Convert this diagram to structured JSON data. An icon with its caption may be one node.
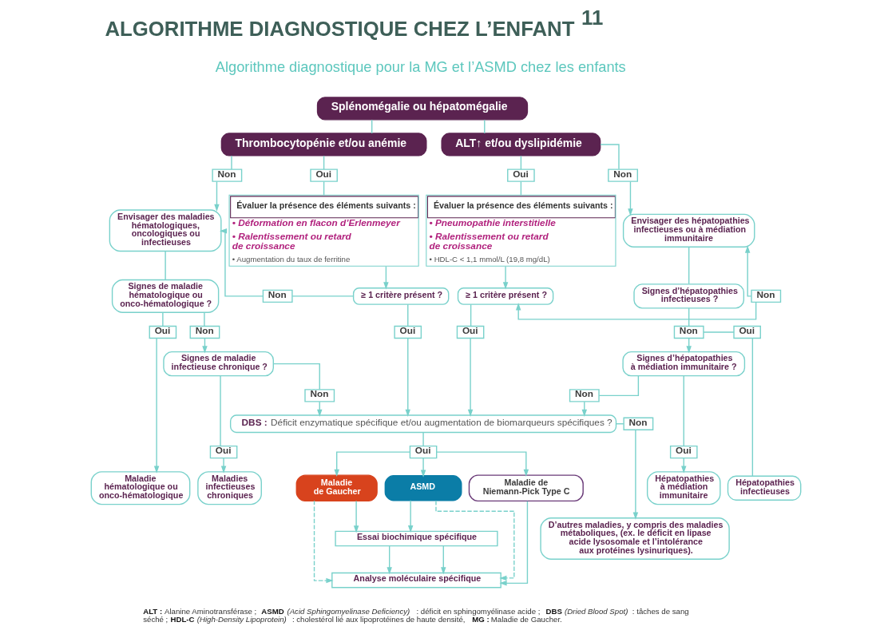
{
  "diagram": {
    "title": "ALGORITHME DIAGNOSTIQUE CHEZ L’ENFANT $^{11}$",
    "nodes": [
      {
        "text": [
          "Splénomégalie ou hépatomégalie"
        ]
      },
      {
        "text": [
          "Thrombocytopénie et/ou anémie"
        ]
      },
      {
        "text": [
          "ALT↑ et/ou dyslipidémie"
        ]
      },
      {
        "text": [
          "Non"
        ]
      },
      {
        "text": [
          "Oui"
        ]
      },
      {
        "text": [
          "Oui"
        ]
      },
      {
        "text": [
          "Non"
        ]
      },
      {
        "text": [
          "Envisager des maladies hématologiques, oncologiques ou infectieuses"
        ]
      },
      {
        "text": [
          "Évaluer la présence des éléments suivants :",
          "• Déformation en flacon d’Erlenmeyer",
          "• Ralentissement ou retard de croissance",
          "• Augmentation du taux de ferritine"
        ]
      },
      {
        "text": [
          "Évaluer la présence des éléments suivants :",
          "• Pneumopathie interstitielle",
          "• Ralentissement ou retard de croissance",
          "• HDL-C < 1,1 mmol/L (19,8 mg/dL)"
        ]
      },
      {
        "text": [
          "Envisager des hépatopathies infectieuses ou à médiation immunitaire"
        ]
      },
      {
        "text": [
          "Signes de maladie hématologique ou onco-hématologique ?"
        ]
      },
      {
        "text": [
          "Signes d’hépatopathies infectieuses ?"
        ]
      },
      {
        "text": [
          "Non"
        ]
      },
      {
        "text": [
          "≥ 1 critère présent ?"
        ]
      },
      {
        "text": [
          "≥ 1 critère présent ?"
        ]
      },
      {
        "text": [
          "Non"
        ]
      },
      {
        "text": [
          "Non"
        ]
      },
      {
        "text": [
          "Oui"
        ]
      },
      {
        "text": [
          "Oui"
        ]
      },
      {
        "text": [
          "Non"
        ]
      },
      {
        "text": [
          "Oui"
        ]
      },
      {
        "text": [
          "Oui"
        ]
      },
      {
        "text": [
          "Signes de maladie infectieuse chronique ?"
        ]
      },
      {
        "text": [
          "Non"
        ]
      },
      {
        "text": [
          "Non"
        ]
      },
      {
        "text": [
          "Signes d’hépatopathies à médiation immunitaire ?"
        ]
      },
      {
        "text": [
          "**DBS :** Déficit enzymatique spécifique et/ou augmentation de biomarqueurs spécifiques ?"
        ]
      },
      {
        "text": [
          "Non"
        ]
      },
      {
        "text": [
          "Oui"
        ]
      },
      {
        "text": [
          "Oui"
        ]
      },
      {
        "text": [
          "Oui"
        ]
      },
      {
        "text": [
          "Maladie hématologique ou onco-hématologique"
        ]
      },
      {
        "text": [
          "Maladies infectieuses chroniques"
        ]
      },
      {
        "text": [
          "Maladie de Gaucher"
        ]
      },
      {
        "text": [
          "ASMD"
        ]
      },
      {
        "text": [
          "Maladie de Niemann-Pick Type C"
        ]
      },
      {
        "text": [
          "Hépatopathies à médiation immunitaire"
        ]
      },
      {
        "text": [
          "Hépatopathies infectieuses"
        ]
      },
      {
        "text": [
          "Essai biochimique spécifique"
        ]
      },
      {
        "text": [
          "D’autres maladies, y compris des maladies métaboliques, (ex. le déficit en lipase acide lysosomale et l’intolérance aux protéines lysinuriques)."
        ]
      },
      {
        "text": [
          "Analyse moléculaire spécifique"
        ]
      }
    ],
    "edges": [
      {
        "from": 0,
        "to": 1,
        "arrow": "none"
      },
      {
        "from": 0,
        "to": 2,
        "arrow": "none"
      },
      {
        "from": 1,
        "to": 3,
        "arrow": "none"
      },
      {
        "from": 1,
        "to": 4,
        "arrow": "none"
      },
      {
        "from": 2,
        "to": 5,
        "arrow": "none"
      },
      {
        "from": 2,
        "to": 6,
        "arrow": "none"
      },
      {
        "from": 3,
        "to": 7,
        "arrow": "to"
      },
      {
        "from": 4,
        "to": 8,
        "arrow": "none"
      },
      {
        "from": 5,
        "to": 9,
        "arrow": "none"
      },
      {
        "from": 6,
        "to": 10,
        "arrow": "to"
      },
      {
        "from": 8,
        "to": 14,
        "arrow": "to"
      },
      {
        "from": 9,
        "to": 15,
        "arrow": "to"
      },
      {
        "from": 14,
        "to": 13,
        "arrow": "none"
      },
      {
        "from": 13,
        "to": 7,
        "arrow": "to"
      },
      {
        "from": 16,
        "to": 15,
        "arrow": "to"
      },
      {
        "from": 16,
        "to": 10,
        "arrow": "to"
      },
      {
        "from": 7,
        "to": 11,
        "arrow": "none"
      },
      {
        "from": 10,
        "to": 12,
        "arrow": "none"
      },
      {
        "from": 11,
        "to": 19,
        "arrow": "none"
      },
      {
        "from": 11,
        "to": 20,
        "arrow": "none"
      },
      {
        "from": 14,
        "to": 21,
        "arrow": "none"
      },
      {
        "from": 15,
        "to": 22,
        "arrow": "none"
      },
      {
        "from": 12,
        "to": 17,
        "arrow": "none"
      },
      {
        "from": 17,
        "to": 18,
        "arrow": "none"
      },
      {
        "from": 20,
        "to": 23,
        "arrow": "to"
      },
      {
        "from": 17,
        "to": 26,
        "arrow": "to"
      },
      {
        "from": 21,
        "to": 27,
        "arrow": "to"
      },
      {
        "from": 22,
        "to": 27,
        "arrow": "to"
      },
      {
        "from": 23,
        "to": 24,
        "arrow": "none"
      },
      {
        "from": 24,
        "to": 27,
        "arrow": "to"
      },
      {
        "from": 26,
        "to": 25,
        "arrow": "none"
      },
      {
        "from": 25,
        "to": 27,
        "arrow": "to"
      },
      {
        "from": 27,
        "to": 28,
        "arrow": "none"
      },
      {
        "from": 23,
        "to": 29,
        "arrow": "none"
      },
      {
        "from": 27,
        "to": 30,
        "arrow": "none"
      },
      {
        "from": 26,
        "to": 31,
        "arrow": "none"
      },
      {
        "from": 19,
        "to": 32,
        "arrow": "to"
      },
      {
        "from": 29,
        "to": 33,
        "arrow": "to"
      },
      {
        "from": 30,
        "to": 34,
        "arrow": "to"
      },
      {
        "from": 30,
        "to": 35,
        "arrow": "to"
      },
      {
        "from": 30,
        "to": 36,
        "arrow": "to"
      },
      {
        "from": 31,
        "to": 37,
        "arrow": "to"
      },
      {
        "from": 18,
        "to": 38,
        "arrow": "none"
      },
      {
        "from": 28,
        "to": 40,
        "arrow": "to"
      },
      {
        "from": 34,
        "to": 39,
        "arrow": "to"
      },
      {
        "from": 35,
        "to": 39,
        "arrow": "to"
      },
      {
        "from": 34,
        "to": 41,
        "arrow": "to",
        "style": "dashed"
      },
      {
        "from": 35,
        "to": 41,
        "arrow": "to",
        "style": "dashed"
      },
      {
        "from": 39,
        "to": 41,
        "arrow": "to"
      },
      {
        "from": 39,
        "to": 41,
        "arrow": "to"
      },
      {
        "from": 36,
        "to": 41,
        "arrow": "to"
      }
    ],
    "labels": [
      "Algorithme diagnostique pour la MG et l’ASMD chez les enfants",
      "**ALT :** Alanine Aminotransférase ; **ASMD** *(Acid Sphingomyelinase Deficiency)* : déficit en sphingomyélinase acide ; **DBS** *(Dried Blood Spot)* : tâches de sang séché ; **HDL-C** *(High-Density Lipoprotein)* : cholestérol lié aux lipoprotéines de haute densité, **MG :** Maladie de Gaucher."
    ]
  }
}
